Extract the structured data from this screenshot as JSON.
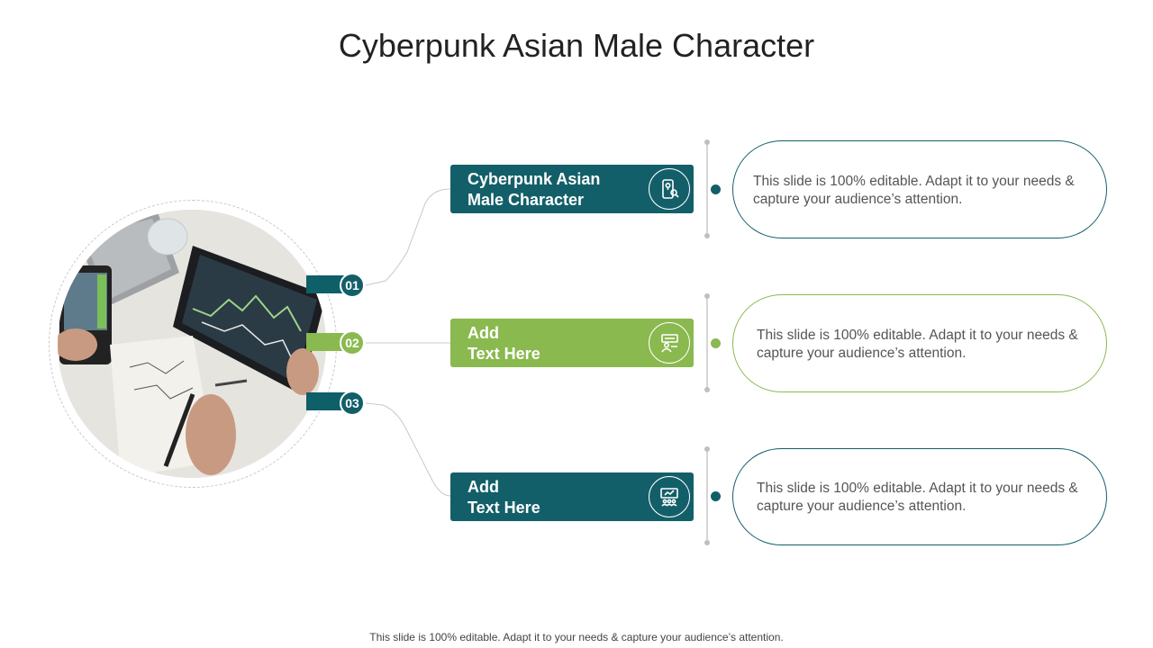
{
  "title": "Cyberpunk Asian Male Character",
  "footer": "This slide is 100% editable. Adapt it to your needs & capture your audience’s attention.",
  "colors": {
    "teal": "#135f69",
    "green": "#8ab94f",
    "tab_teal": "#0f5f68"
  },
  "items": [
    {
      "number": "01",
      "label": "Cyberpunk Asian Male Character",
      "label_line1": "Cyberpunk Asian",
      "label_line2": "Male Character",
      "icon": "mobile-location-icon",
      "color": "teal",
      "description": "This slide is 100% editable. Adapt it to your needs & capture your audience’s attention."
    },
    {
      "number": "02",
      "label": "Add Text Here",
      "label_line1": "Add",
      "label_line2": "Text Here",
      "icon": "demo-presenter-icon",
      "color": "green",
      "description": "This slide is 100% editable. Adapt it to your needs & capture your audience’s attention."
    },
    {
      "number": "03",
      "label": "Add Text Here",
      "label_line1": "Add",
      "label_line2": "Text Here",
      "icon": "presentation-audience-icon",
      "color": "teal",
      "description": "This slide is 100% editable. Adapt it to your needs & capture your audience’s attention."
    }
  ]
}
